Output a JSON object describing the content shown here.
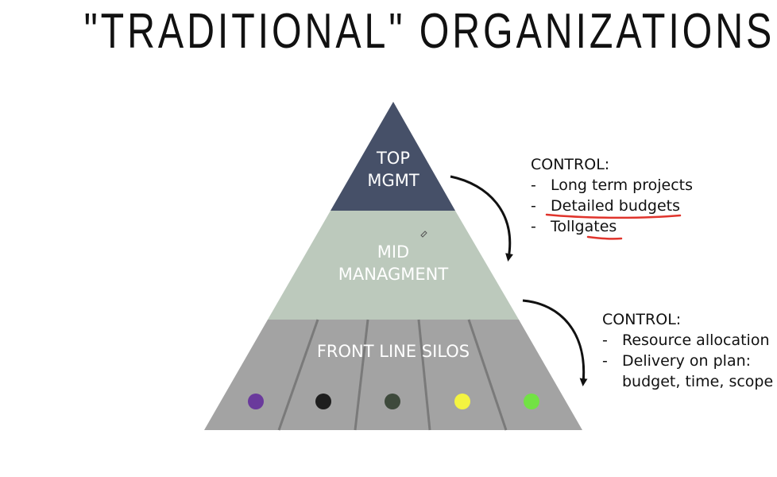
{
  "title": "\"TRADITIONAL\" ORGANIZATIONS",
  "pyramid": {
    "top_line1": "TOP",
    "top_line2": "MGMT",
    "mid_line1": "MID",
    "mid_line2": "MANAGMENT",
    "base_label": "FRONT LINE SILOS",
    "colors": {
      "top": "#465068",
      "mid": "#bcc9bc",
      "base": "#a3a3a3",
      "silo_lines": "#7a7a7a"
    },
    "silo_dots": [
      "#6a3a9c",
      "#1e1e1e",
      "#3e4a3c",
      "#f4f441",
      "#72e244"
    ]
  },
  "control_top": {
    "heading": "CONTROL:",
    "items": [
      "Long term projects",
      "Detailed budgets",
      "Tollgates"
    ],
    "underline_color": "#e0342c"
  },
  "control_bottom": {
    "heading": "CONTROL:",
    "items": [
      "Resource allocation",
      "Delivery on plan:"
    ],
    "continuation": "budget, time, scope"
  }
}
